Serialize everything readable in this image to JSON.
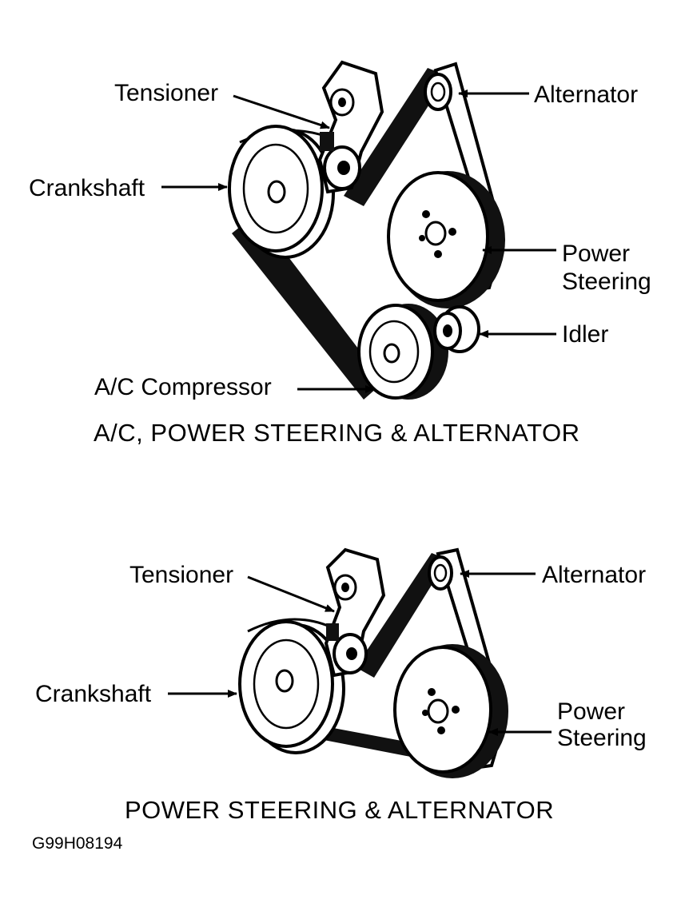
{
  "top_diagram": {
    "caption": "A/C, POWER STEERING & ALTERNATOR",
    "labels": {
      "tensioner": "Tensioner",
      "alternator": "Alternator",
      "crankshaft": "Crankshaft",
      "power_steering_line1": "Power",
      "power_steering_line2": "Steering",
      "idler": "Idler",
      "ac_compressor": "A/C Compressor"
    }
  },
  "bottom_diagram": {
    "caption": "POWER STEERING & ALTERNATOR",
    "labels": {
      "tensioner": "Tensioner",
      "alternator": "Alternator",
      "crankshaft": "Crankshaft",
      "power_steering_line1": "Power",
      "power_steering_line2": "Steering"
    }
  },
  "figure_code": "G99H08194"
}
